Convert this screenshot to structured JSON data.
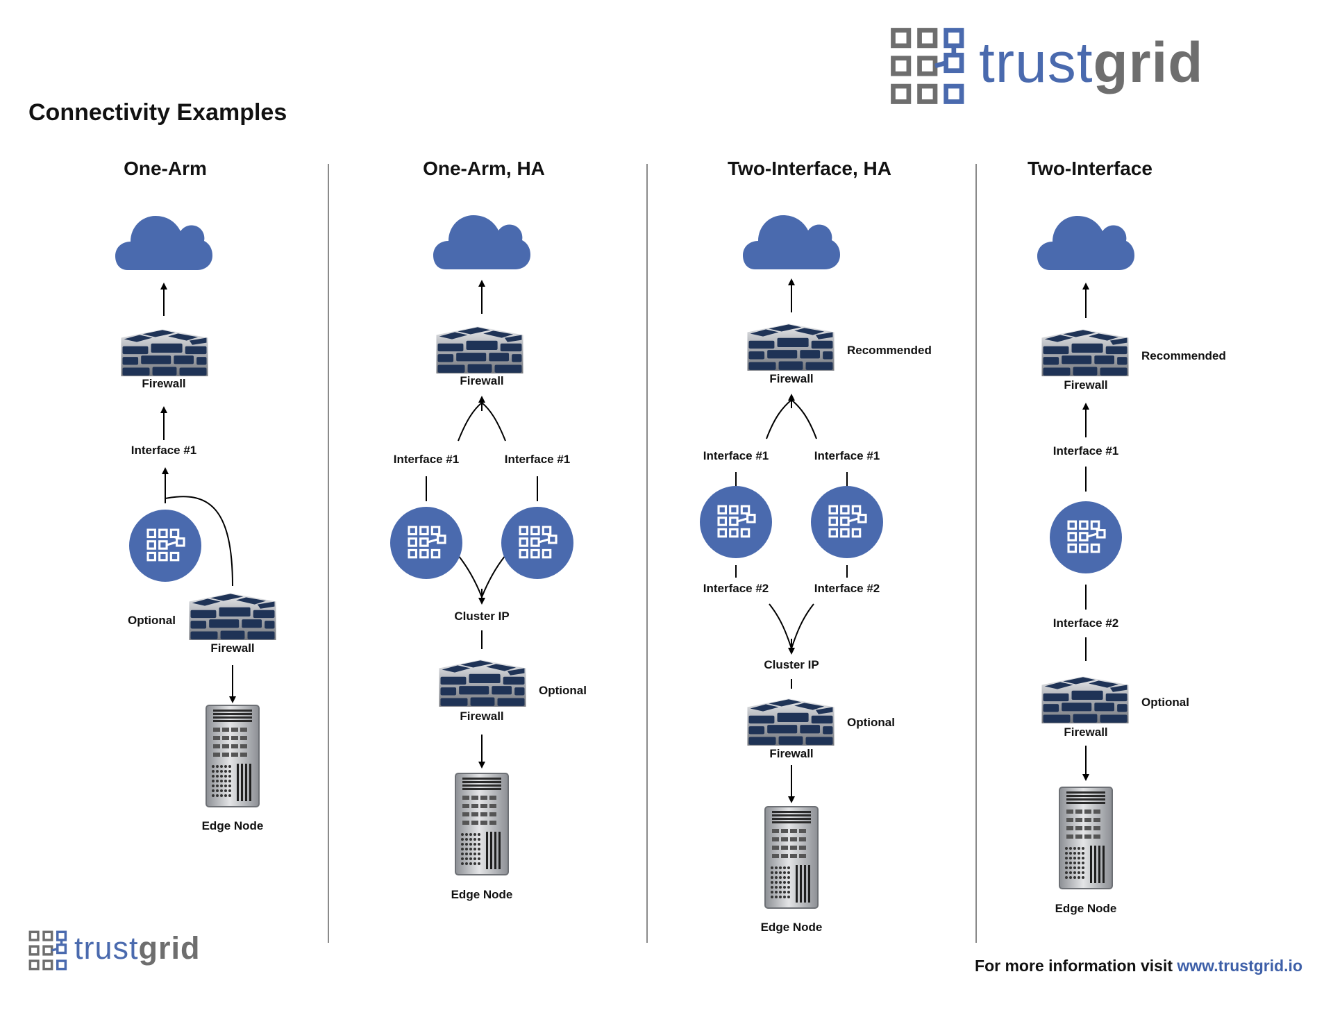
{
  "header": {
    "title": "Connectivity Examples",
    "logo_text_primary": "trust",
    "logo_text_secondary": "grid"
  },
  "colors": {
    "accent_blue": "#4a6aae",
    "logo_gray": "#6e6e6e",
    "firewall_navy": "#1f3356",
    "firewall_silver": "#b9bcc2",
    "divider": "#8a8a8a"
  },
  "icons": [
    "cloud-icon",
    "firewall-icon",
    "trustgrid-node-icon",
    "edge-server-icon",
    "arrow-icon"
  ],
  "columns": [
    {
      "title": "One-Arm",
      "labels": {
        "firewall_top": "Firewall",
        "interface_1": "Interface #1",
        "optional": "Optional",
        "firewall_bottom": "Firewall",
        "edge_node": "Edge Node"
      }
    },
    {
      "title": "One-Arm, HA",
      "labels": {
        "firewall_top": "Firewall",
        "interface_1_left": "Interface #1",
        "interface_1_right": "Interface #1",
        "cluster_ip": "Cluster IP",
        "optional": "Optional",
        "firewall_bottom": "Firewall",
        "edge_node": "Edge Node"
      }
    },
    {
      "title": "Two-Interface, HA",
      "labels": {
        "recommended": "Recommended",
        "firewall_top": "Firewall",
        "interface_1_left": "Interface #1",
        "interface_1_right": "Interface #1",
        "interface_2_left": "Interface #2",
        "interface_2_right": "Interface #2",
        "cluster_ip": "Cluster IP",
        "optional": "Optional",
        "firewall_bottom": "Firewall",
        "edge_node": "Edge Node"
      }
    },
    {
      "title": "Two-Interface",
      "labels": {
        "recommended": "Recommended",
        "firewall_top": "Firewall",
        "interface_1": "Interface #1",
        "interface_2": "Interface #2",
        "optional": "Optional",
        "firewall_bottom": "Firewall",
        "edge_node": "Edge Node"
      }
    }
  ],
  "footer": {
    "text": "For more information visit ",
    "url": "www.trustgrid.io"
  }
}
